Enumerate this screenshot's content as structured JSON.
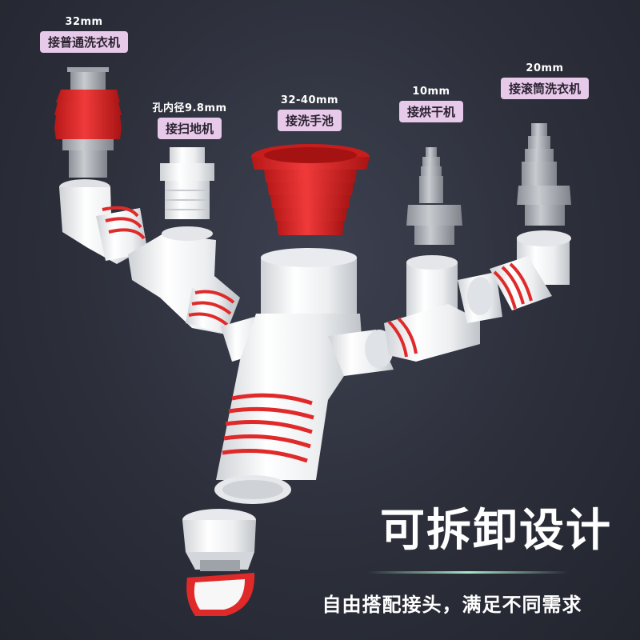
{
  "colors": {
    "background": "#2c2f3a",
    "pill": "#e7c9e9",
    "accent_red": "#e02a2a",
    "pvc_white": "#f2f2f2",
    "connector_grey": "#a9adb4"
  },
  "labels": [
    {
      "size": "32mm",
      "use": "接普通洗衣机"
    },
    {
      "size": "孔内径9.8mm",
      "use": "接扫地机"
    },
    {
      "size": "32-40mm",
      "use": "接洗手池"
    },
    {
      "size": "10mm",
      "use": "接烘干机"
    },
    {
      "size": "20mm",
      "use": "接滚筒洗衣机"
    }
  ],
  "headline": "可拆卸设计",
  "subline": "自由搭配接头，满足不同需求"
}
